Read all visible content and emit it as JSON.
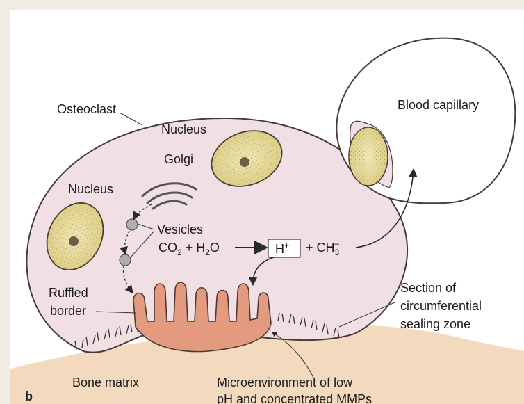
{
  "labels": {
    "osteoclast": "Osteoclast",
    "nucleus_top": "Nucleus",
    "golgi": "Golgi",
    "nucleus_left": "Nucleus",
    "vesicles": "Vesicles",
    "ruffled_1": "Ruffled",
    "ruffled_2": "border",
    "blood_capillary": "Blood capillary",
    "section_1": "Section of",
    "section_2": "circumferential",
    "section_3": "sealing zone",
    "bone_matrix": "Bone matrix",
    "micro_1": "Microenvironment of low",
    "micro_2": "pH and concentrated MMPs",
    "panel": "b"
  },
  "equation": {
    "co2": "CO",
    "co2_sub": "2",
    "plus1": " + H",
    "h2o_sub": "2",
    "o": "O",
    "h": "H",
    "h_sup": "+",
    "plus2": "+ CH",
    "ch_sub": "3",
    "ch_sup": "–"
  },
  "colors": {
    "background": "#efece4",
    "panel": "#ffffff",
    "cell_fill": "#f0dfe3",
    "nucleus_fill": "#e8dd9e",
    "bone_fill": "#f3d9bd",
    "ruffled_fill": "#e39a7e",
    "outline": "#4a3a36"
  }
}
